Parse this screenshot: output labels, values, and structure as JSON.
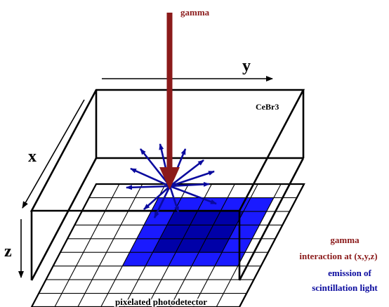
{
  "labels": {
    "gamma_top": "gamma",
    "axis_y": "y",
    "axis_x": "x",
    "axis_z": "z",
    "crystal": "CeBr3",
    "detector": "pixelated photodetector"
  },
  "legend": {
    "line1": "gamma",
    "line2": "interaction at (x,y,z)",
    "line3": "emission of",
    "line4": "scintillation light"
  },
  "colors": {
    "gamma": "#8b1a1a",
    "light": "#0a0a9e",
    "pixel_bright": "#1a1aff",
    "pixel_dark": "#0000a8",
    "outline": "#000000"
  }
}
